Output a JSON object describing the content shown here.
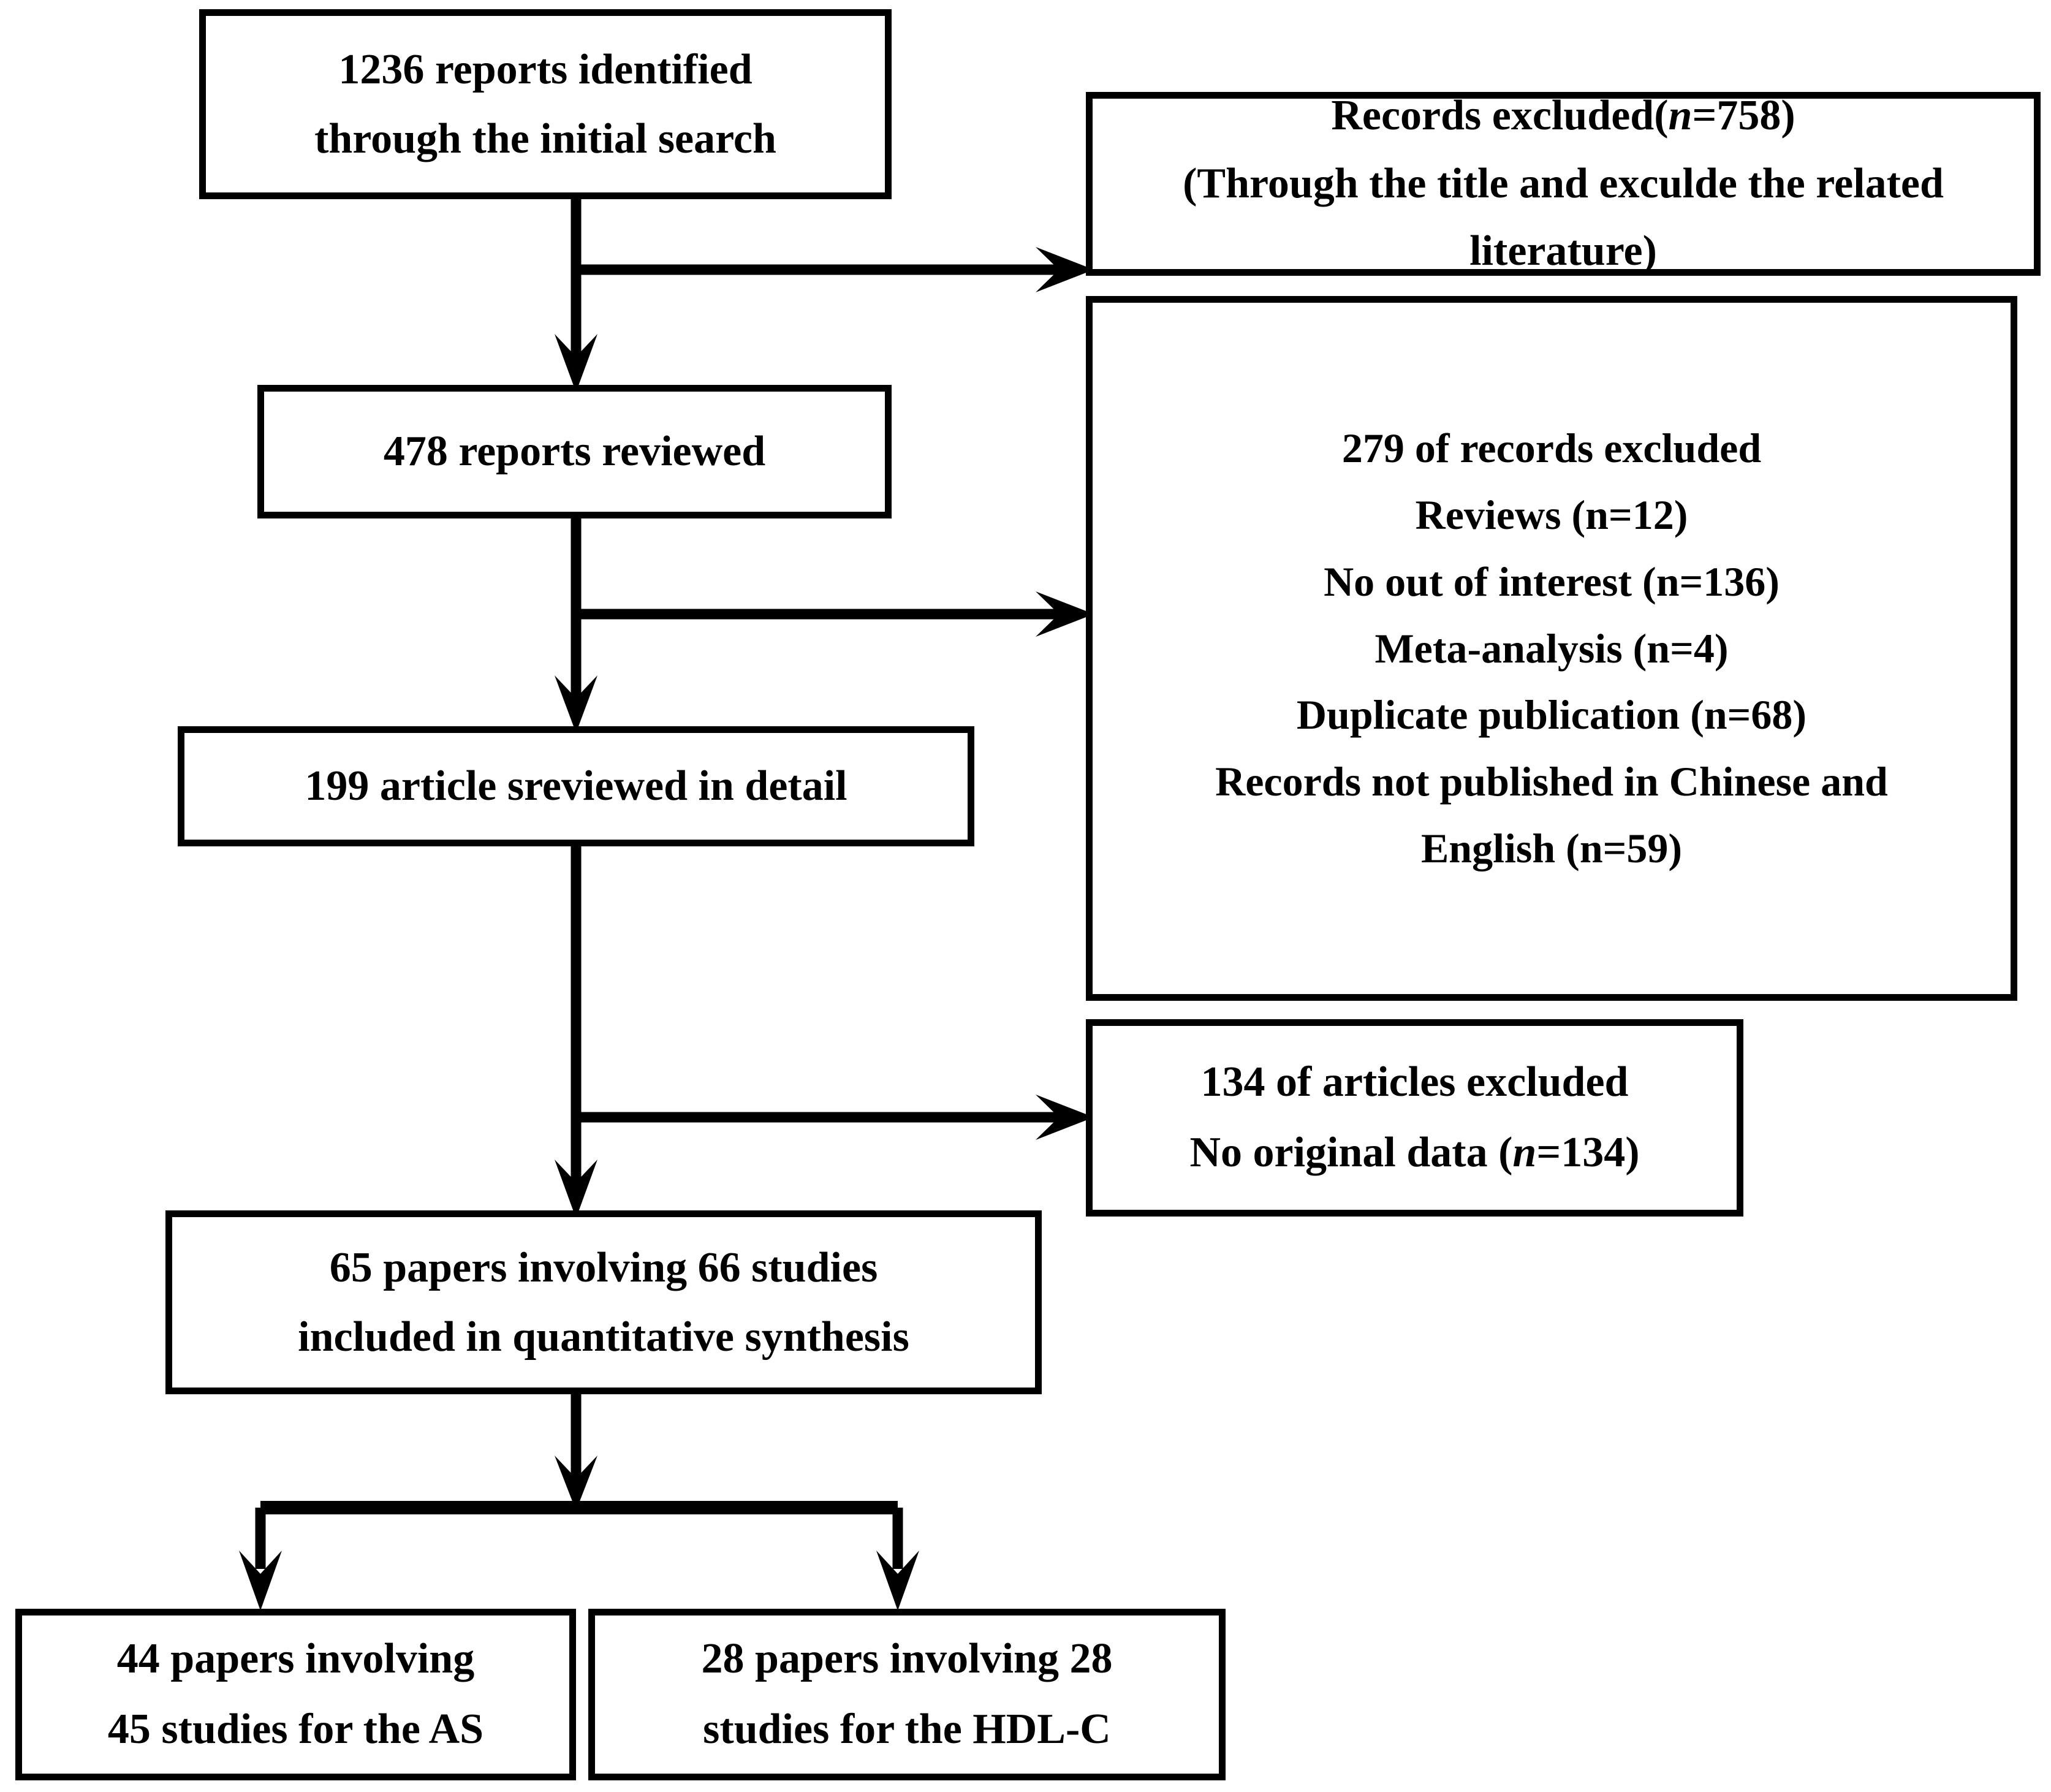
{
  "diagram": {
    "type": "prisma-flow-diagram",
    "title": "Study selection flow",
    "line_color": "#000000",
    "background_color": "#ffffff",
    "text_color": "#000000"
  },
  "boxes": {
    "identified": {
      "id": "box-identified",
      "line1": "1236 reports identified",
      "line2": "through the initial search",
      "count": 1236
    },
    "excluded_758": {
      "id": "box-excluded-758",
      "line1_pre": "Records excluded(",
      "line1_italic": "n",
      "line1_post": "=758)",
      "line2": "(Through the title and exculde the related",
      "line3": "literature)",
      "count": 758
    },
    "reviewed_478": {
      "id": "box-reviewed-478",
      "line1": "478 reports reviewed",
      "count": 478
    },
    "excluded_279": {
      "id": "box-excluded-279",
      "line1": "279 of records excluded",
      "line2": "Reviews (n=12)",
      "line3": "No out of interest (n=136)",
      "line4": "Meta-analysis (n=4)",
      "line5": "Duplicate publication (n=68)",
      "line6": "Records not published in Chinese and",
      "line7": "English (n=59)",
      "count": 279,
      "reasons": [
        {
          "label": "Reviews",
          "n": 12
        },
        {
          "label": "No out of interest",
          "n": 136
        },
        {
          "label": "Meta-analysis",
          "n": 4
        },
        {
          "label": "Duplicate publication",
          "n": 68
        },
        {
          "label": "Records not published in Chinese and English",
          "n": 59
        }
      ]
    },
    "detail_199": {
      "id": "box-detail-199",
      "line1": "199 article sreviewed in detail",
      "count": 199
    },
    "excluded_134": {
      "id": "box-excluded-134",
      "line1": "134 of articles excluded",
      "line2_pre": "No original data (",
      "line2_italic": "n",
      "line2_post": "=134)",
      "count": 134
    },
    "included_65": {
      "id": "box-included-65",
      "line1": "65 papers involving 66 studies",
      "line2": "included in quantitative synthesis",
      "papers": 65,
      "studies": 66
    },
    "as_44": {
      "id": "box-as-44",
      "line1": "44 papers involving",
      "line2": "45 studies for the AS",
      "papers": 44,
      "studies": 45,
      "outcome": "AS"
    },
    "hdlc_28": {
      "id": "box-hdlc-28",
      "line1": "28 papers involving 28",
      "line2": "studies for the HDL-C",
      "papers": 28,
      "studies": 28,
      "outcome": "HDL-C"
    }
  },
  "connectors": [
    {
      "name": "identified-to-reviewed",
      "from": "identified",
      "to": "reviewed_478",
      "direction": "down"
    },
    {
      "name": "identified-to-excluded-758",
      "from": "identified",
      "to": "excluded_758",
      "direction": "right"
    },
    {
      "name": "reviewed-to-detail",
      "from": "reviewed_478",
      "to": "detail_199",
      "direction": "down"
    },
    {
      "name": "reviewed-to-excluded-279",
      "from": "reviewed_478",
      "to": "excluded_279",
      "direction": "right"
    },
    {
      "name": "detail-to-included",
      "from": "detail_199",
      "to": "included_65",
      "direction": "down"
    },
    {
      "name": "detail-to-excluded-134",
      "from": "detail_199",
      "to": "excluded_134",
      "direction": "right"
    },
    {
      "name": "included-to-as",
      "from": "included_65",
      "to": "as_44",
      "direction": "down-split-left"
    },
    {
      "name": "included-to-hdlc",
      "from": "included_65",
      "to": "hdlc_28",
      "direction": "down-split-right"
    }
  ]
}
